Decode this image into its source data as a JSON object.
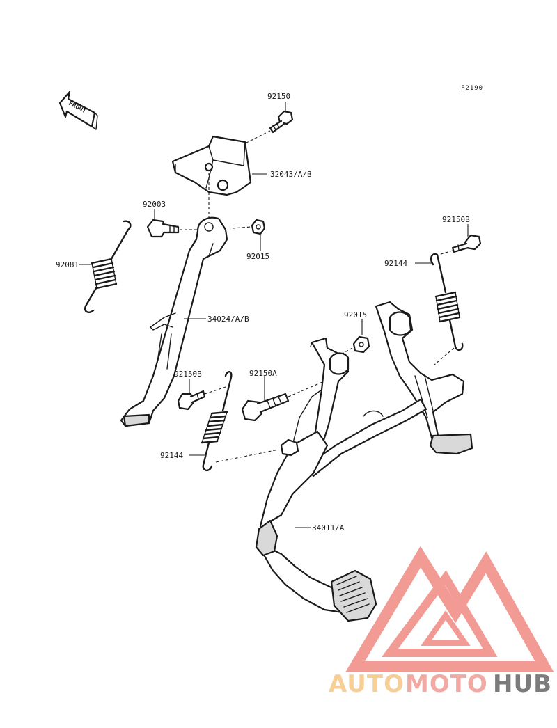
{
  "diagram_code": "F2190",
  "front_indicator": "FRONT",
  "labels": {
    "bolt_top": "92150",
    "bracket": "32043/A/B",
    "pivot_bolt": "92003",
    "nut_upper": "92015",
    "side_spring": "92081",
    "side_stand": "34024/A/B",
    "bolt_right": "92150B",
    "spring_right": "92144",
    "nut_right": "92015",
    "bolt_left": "92150B",
    "bolt_center": "92150A",
    "spring_left": "92144",
    "center_stand": "34011/A"
  },
  "watermark": {
    "part1": "AUTO",
    "part2": "MOTO",
    "part3": "HUB",
    "color_auto": "#f7c98a",
    "color_moto": "#f2a09a",
    "color_hub": "#6e6e6e",
    "logo_color": "#f08a82"
  }
}
